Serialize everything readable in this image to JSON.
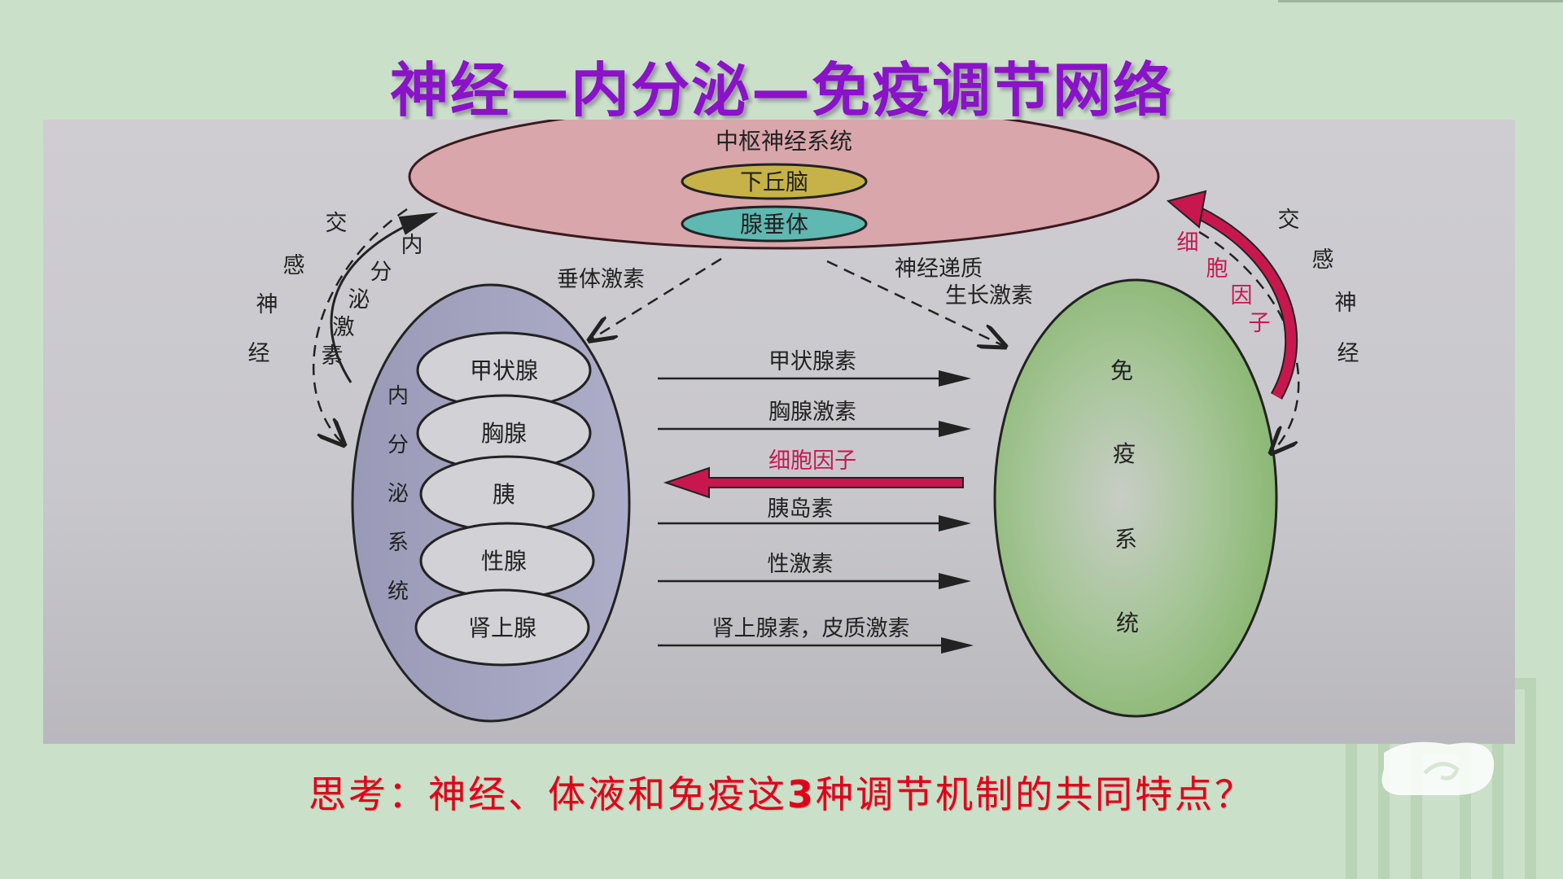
{
  "slide": {
    "title": "神经—内分泌—免疫调节网络",
    "title_color": "#8a12c8",
    "question_prefix": "思考：神经、体液和免疫这",
    "question_number": "3",
    "question_suffix": "种调节机制的共同特点？",
    "question_color": "#e0001a"
  },
  "diagram": {
    "cns": {
      "label": "中枢神经系统",
      "fill": "#d9a6ac",
      "hypothalamus": {
        "label": "下丘脑",
        "fill": "#c7b24a"
      },
      "pituitary": {
        "label": "腺垂体",
        "fill": "#5fb8b1"
      }
    },
    "endocrine": {
      "label_chars": [
        "内",
        "分",
        "泌",
        "系",
        "统"
      ],
      "fill": "#a3a3c4",
      "glands": [
        {
          "label": "甲状腺"
        },
        {
          "label": "胸腺"
        },
        {
          "label": "胰"
        },
        {
          "label": "性腺"
        },
        {
          "label": "肾上腺"
        }
      ]
    },
    "immune": {
      "label_chars": [
        "免",
        "疫",
        "系",
        "统"
      ],
      "fill": "#8fba78"
    },
    "arrows": {
      "pituitary_hormone": "垂体激素",
      "neurotransmitter": "神经递质",
      "growth_hormone": "生长激素",
      "left_sympathetic": [
        "交",
        "感",
        "神",
        "经"
      ],
      "left_endocrine_hormone": [
        "内",
        "分",
        "泌",
        "激",
        "素"
      ],
      "right_sympathetic": [
        "交",
        "感",
        "神",
        "经"
      ],
      "right_cytokine": [
        "细",
        "胞",
        "因",
        "子"
      ],
      "cytokine_color": "#c8174f"
    },
    "hormones": [
      {
        "label": "甲状腺素",
        "direction": "right"
      },
      {
        "label": "胸腺激素",
        "direction": "right"
      },
      {
        "label": "细胞因子",
        "direction": "left",
        "highlight": true
      },
      {
        "label": "胰岛素",
        "direction": "right"
      },
      {
        "label": "性激素",
        "direction": "right"
      },
      {
        "label": "肾上腺素，皮质激素",
        "direction": "right"
      }
    ]
  }
}
